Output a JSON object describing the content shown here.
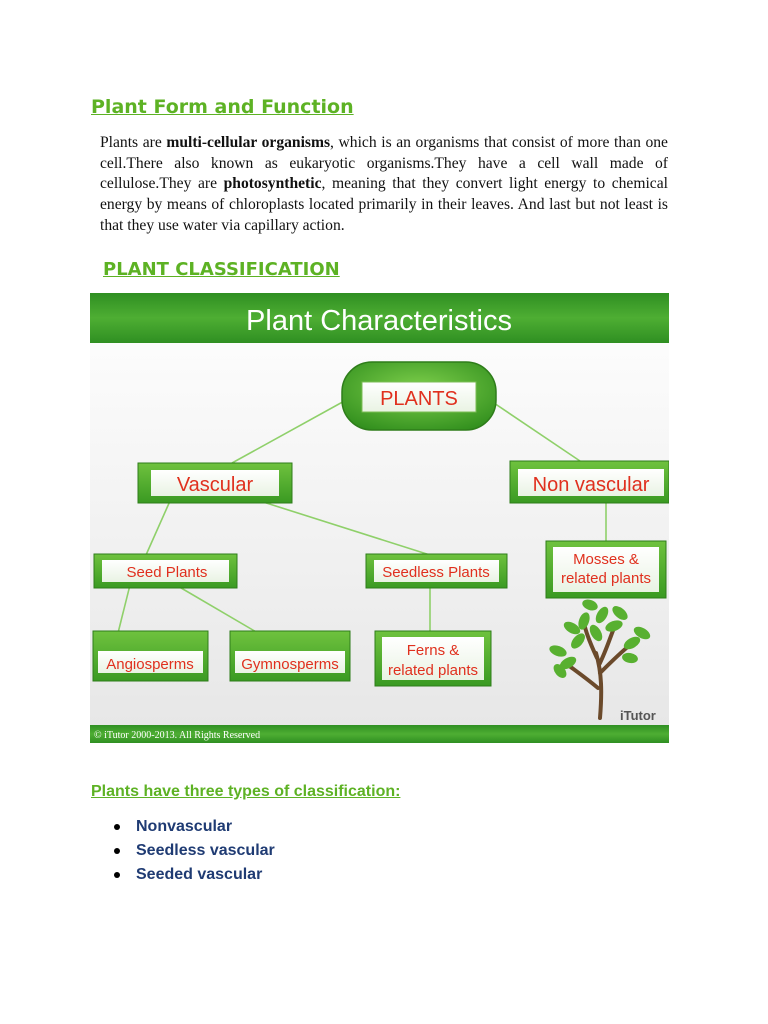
{
  "section1": {
    "title": "Plant Form and Function",
    "paragraph": {
      "p1": "Plants are ",
      "b1": "multi-cellular organisms",
      "p2": ", which is an organisms that consist of more than one cell.There also known as eukaryotic organisms.They have a cell wall made of cellulose.They are ",
      "b2": "photosynthetic",
      "p3": ", meaning that they convert light energy to chemical energy by means of chloroplasts located primarily in their leaves. And last but not least is that they use water via capillary action."
    }
  },
  "section2": {
    "title": "PLANT CLASSIFICATION"
  },
  "diagram": {
    "title": "Plant Characteristics",
    "nodes": {
      "plants": "PLANTS",
      "vascular": "Vascular",
      "nonvascular": "Non vascular",
      "seed": "Seed Plants",
      "seedless": "Seedless Plants",
      "mosses_l1": "Mosses &",
      "mosses_l2": "related plants",
      "angio": "Angiosperms",
      "gymno": "Gymnosperms",
      "ferns_l1": "Ferns &",
      "ferns_l2": "related plants"
    },
    "copyright": "© iTutor 2000-2013. All Rights Reserved",
    "logo": "iTutor",
    "colors": {
      "green": "#4ea829",
      "dark_green": "#2e8a1f",
      "red_text": "#e0301e",
      "band": "#3d9a2c"
    }
  },
  "section3": {
    "title": "Plants have three types of classification:",
    "items": [
      "Nonvascular",
      "Seedless vascular",
      "Seeded vascular"
    ]
  }
}
